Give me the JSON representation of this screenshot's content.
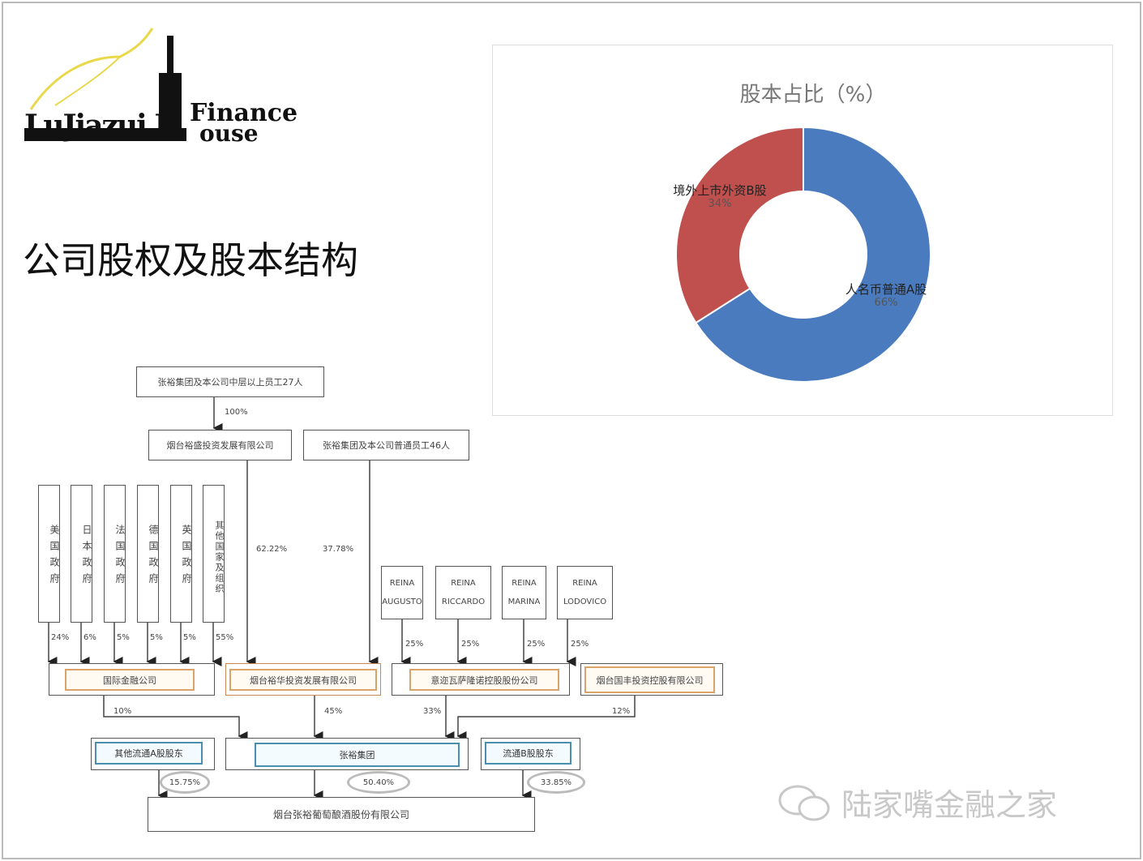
{
  "logo": {
    "text": "LuJiaZui Finance House",
    "word1": "Finance",
    "word2": "ouse",
    "prefix": "LuJiazui H"
  },
  "title": "公司股权及股本结构",
  "chart_data": {
    "type": "pie",
    "variant": "donut",
    "title": "股本占比（%）",
    "slices": [
      {
        "label": "人名币普通A股",
        "value": 66,
        "display": "66%",
        "color": "#4a7bbf"
      },
      {
        "label": "境外上市外资B股",
        "value": 34,
        "display": "34%",
        "color": "#c0504d"
      }
    ]
  },
  "org": {
    "top": "张裕集团及本公司中层以上员工27人",
    "top_pct": "100%",
    "yusheng": "烟台裕盛投资发展有限公司",
    "staff46": "张裕集团及本公司普通员工46人",
    "pct_6222": "62.22%",
    "pct_3778": "37.78%",
    "govs": [
      {
        "name": "美国政府",
        "pct": "24%"
      },
      {
        "name": "日本政府",
        "pct": "6%"
      },
      {
        "name": "法国政府",
        "pct": "5%"
      },
      {
        "name": "德国政府",
        "pct": "5%"
      },
      {
        "name": "英国政府",
        "pct": "5%"
      },
      {
        "name": "其他国家及组织",
        "pct": "55%"
      }
    ],
    "reina": [
      {
        "l1": "REINA",
        "l2": "AUGUSTO",
        "pct": "25%"
      },
      {
        "l1": "REINA",
        "l2": "RICCARDO",
        "pct": "25%"
      },
      {
        "l1": "REINA",
        "l2": "MARINA",
        "pct": "25%"
      },
      {
        "l1": "REINA",
        "l2": "LODOVICO",
        "pct": "25%"
      }
    ],
    "ifc": "国际金融公司",
    "yuhua": "烟台裕华投资发展有限公司",
    "saronno": "意迩瓦萨隆诺控股股份公司",
    "guofeng": "烟台国丰投资控股有限公司",
    "pct_10": "10%",
    "pct_45": "45%",
    "pct_33": "33%",
    "pct_12": "12%",
    "otherA": "其他流通A股股东",
    "group": "张裕集团",
    "floatB": "流通B股股东",
    "pct_otherA": "15.75%",
    "pct_group": "50.40%",
    "pct_floatB": "33.85%",
    "bottom": "烟台张裕葡萄酿酒股份有限公司"
  },
  "watermark": "陆家嘴金融之家"
}
